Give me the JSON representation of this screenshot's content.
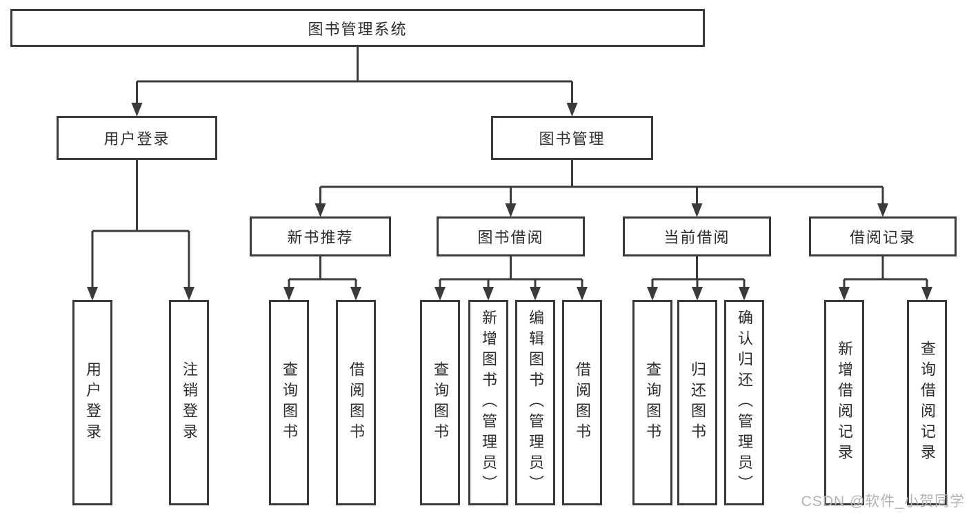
{
  "diagram": {
    "root": {
      "label": "图书管理系统"
    },
    "branches": [
      {
        "label": "用户登录",
        "children": [
          {
            "label": "用户登录"
          },
          {
            "label": "注销登录"
          }
        ]
      },
      {
        "label": "图书管理",
        "sections": [
          {
            "label": "新书推荐",
            "children": [
              {
                "label": "查询图书"
              },
              {
                "label": "借阅图书"
              }
            ]
          },
          {
            "label": "图书借阅",
            "children": [
              {
                "label": "查询图书"
              },
              {
                "label": "新增图书（管理员）"
              },
              {
                "label": "编辑图书（管理员）"
              },
              {
                "label": "借阅图书"
              }
            ]
          },
          {
            "label": "当前借阅",
            "children": [
              {
                "label": "查询图书"
              },
              {
                "label": "归还图书"
              },
              {
                "label": "确认归还（管理员）"
              }
            ]
          },
          {
            "label": "借阅记录",
            "children": [
              {
                "label": "新增借阅记录"
              },
              {
                "label": "查询借阅记录"
              }
            ]
          }
        ]
      }
    ]
  },
  "watermark": "CSDN @软件_小贺同学",
  "colors": {
    "line": "#3a3a3a",
    "text": "#2d2d2d",
    "watermark": "#b3b3b3",
    "background": "#ffffff"
  }
}
